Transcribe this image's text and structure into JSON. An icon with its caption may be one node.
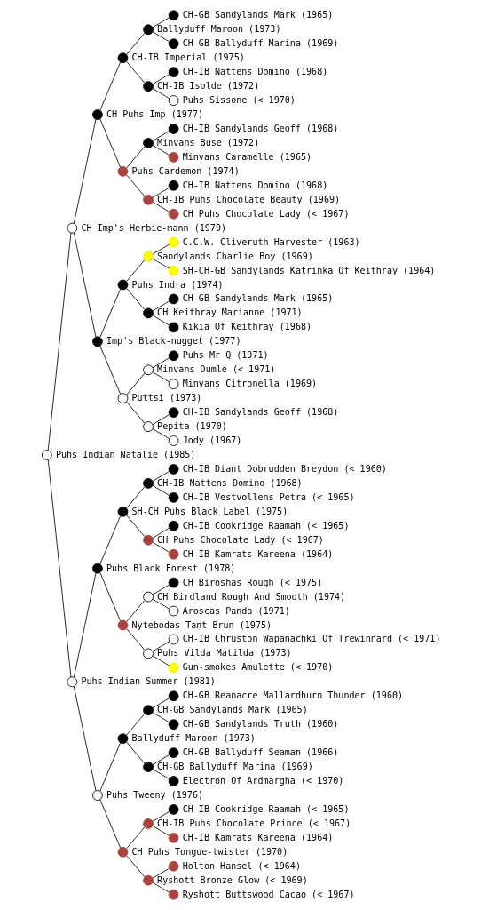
{
  "diagram": {
    "nodes": [
      {
        "text": [],
        "shape": "circle",
        "beside": [
          "CH-GB Sandylands Mark (1965)"
        ]
      },
      {
        "text": [],
        "shape": "circle",
        "beside": [
          "Ballyduff Maroon (1973)"
        ]
      },
      {
        "text": [],
        "shape": "circle",
        "beside": [
          "CH-GB Ballyduff Marina (1969)"
        ]
      },
      {
        "text": [],
        "shape": "circle",
        "beside": [
          "CH-IB Imperial (1975)"
        ]
      },
      {
        "text": [],
        "shape": "circle",
        "beside": [
          "CH-IB Nattens Domino (1968)"
        ]
      },
      {
        "text": [],
        "shape": "circle",
        "beside": [
          "CH-IB Isolde (1972)"
        ]
      },
      {
        "text": [],
        "shape": "circle",
        "beside": [
          "Puhs Sissone (< 1970)"
        ]
      },
      {
        "text": [],
        "shape": "circle",
        "beside": [
          "CH Puhs Imp (1977)"
        ]
      },
      {
        "text": [],
        "shape": "circle",
        "beside": [
          "CH-IB Sandylands Geoff (1968)"
        ]
      },
      {
        "text": [],
        "shape": "circle",
        "beside": [
          "Minvans Buse (1972)"
        ]
      },
      {
        "text": [],
        "shape": "circle",
        "beside": [
          "Minvans Caramelle (1965)"
        ]
      },
      {
        "text": [],
        "shape": "circle",
        "beside": [
          "Puhs Cardemon (1974)"
        ]
      },
      {
        "text": [],
        "shape": "circle",
        "beside": [
          "CH-IB Nattens Domino (1968)"
        ]
      },
      {
        "text": [],
        "shape": "circle",
        "beside": [
          "CH-IB Puhs Chocolate Beauty (1969)"
        ]
      },
      {
        "text": [],
        "shape": "circle",
        "beside": [
          "CH Puhs Chocolate Lady (< 1967)"
        ]
      },
      {
        "text": [],
        "shape": "circle",
        "beside": [
          "CH Imp's Herbie-mann (1979)"
        ]
      },
      {
        "text": [],
        "shape": "circle",
        "beside": [
          "C.C.W. Cliveruth Harvester (1963)"
        ]
      },
      {
        "text": [],
        "shape": "circle",
        "beside": [
          "Sandylands Charlie Boy (1969)"
        ]
      },
      {
        "text": [],
        "shape": "circle",
        "beside": [
          "SH-CH-GB Sandylands Katrinka Of Keithray (1964)"
        ]
      },
      {
        "text": [],
        "shape": "circle",
        "beside": [
          "Puhs Indra (1974)"
        ]
      },
      {
        "text": [],
        "shape": "circle",
        "beside": [
          "CH-GB Sandylands Mark (1965)"
        ]
      },
      {
        "text": [],
        "shape": "circle",
        "beside": [
          "CH Keithray Marianne (1971)"
        ]
      },
      {
        "text": [],
        "shape": "circle",
        "beside": [
          "Kikia Of Keithray (1968)"
        ]
      },
      {
        "text": [],
        "shape": "circle",
        "beside": [
          "Imp's Black-nugget (1977)"
        ]
      },
      {
        "text": [],
        "shape": "circle",
        "beside": [
          "Puhs Mr Q (1971)"
        ]
      },
      {
        "text": [],
        "shape": "circle",
        "beside": [
          "Minvans Dumle (< 1971)"
        ]
      },
      {
        "text": [],
        "shape": "circle",
        "beside": [
          "Minvans Citronella (1969)"
        ]
      },
      {
        "text": [],
        "shape": "circle",
        "beside": [
          "Puttsi (1973)"
        ]
      },
      {
        "text": [],
        "shape": "circle",
        "beside": [
          "CH-IB Sandylands Geoff (1968)"
        ]
      },
      {
        "text": [],
        "shape": "circle",
        "beside": [
          "Pepita (1970)"
        ]
      },
      {
        "text": [],
        "shape": "circle",
        "beside": [
          "Jody (1967)"
        ]
      },
      {
        "text": [],
        "shape": "circle",
        "beside": [
          "Puhs Indian Natalie (1985)"
        ]
      },
      {
        "text": [],
        "shape": "circle",
        "beside": [
          "CH-IB Diant Dobrudden Breydon (< 1960)"
        ]
      },
      {
        "text": [],
        "shape": "circle",
        "beside": [
          "CH-IB Nattens Domino (1968)"
        ]
      },
      {
        "text": [],
        "shape": "circle",
        "beside": [
          "CH-IB Vestvollens Petra (< 1965)"
        ]
      },
      {
        "text": [],
        "shape": "circle",
        "beside": [
          "SH-CH Puhs Black Label (1975)"
        ]
      },
      {
        "text": [],
        "shape": "circle",
        "beside": [
          "CH-IB Cookridge Raamah (< 1965)"
        ]
      },
      {
        "text": [],
        "shape": "circle",
        "beside": [
          "CH Puhs Chocolate Lady (< 1967)"
        ]
      },
      {
        "text": [],
        "shape": "circle",
        "beside": [
          "CH-IB Kamrats Kareena (1964)"
        ]
      },
      {
        "text": [],
        "shape": "circle",
        "beside": [
          "Puhs Black Forest (1978)"
        ]
      },
      {
        "text": [],
        "shape": "circle",
        "beside": [
          "CH Biroshas Rough (< 1975)"
        ]
      },
      {
        "text": [],
        "shape": "circle",
        "beside": [
          "CH Birdland Rough And Smooth (1974)"
        ]
      },
      {
        "text": [],
        "shape": "circle",
        "beside": [
          "Aroscas Panda (1971)"
        ]
      },
      {
        "text": [],
        "shape": "circle",
        "beside": [
          "Nytebodas Tant Brun (1975)"
        ]
      },
      {
        "text": [],
        "shape": "circle",
        "beside": [
          "CH-IB Chruston Wapanachki Of Trewinnard (< 1971)"
        ]
      },
      {
        "text": [],
        "shape": "circle",
        "beside": [
          "Puhs Vilda Matilda (1973)"
        ]
      },
      {
        "text": [],
        "shape": "circle",
        "beside": [
          "Gun-smokes Amulette (< 1970)"
        ]
      },
      {
        "text": [],
        "shape": "circle",
        "beside": [
          "Puhs Indian Summer (1981)"
        ]
      },
      {
        "text": [],
        "shape": "circle",
        "beside": [
          "CH-GB Reanacre Mallardhurn Thunder (1960)"
        ]
      },
      {
        "text": [],
        "shape": "circle",
        "beside": [
          "CH-GB Sandylands Mark (1965)"
        ]
      },
      {
        "text": [],
        "shape": "circle",
        "beside": [
          "CH-GB Sandylands Truth (1960)"
        ]
      },
      {
        "text": [],
        "shape": "circle",
        "beside": [
          "Ballyduff Maroon (1973)"
        ]
      },
      {
        "text": [],
        "shape": "circle",
        "beside": [
          "CH-GB Ballyduff Seaman (1966)"
        ]
      },
      {
        "text": [],
        "shape": "circle",
        "beside": [
          "CH-GB Ballyduff Marina (1969)"
        ]
      },
      {
        "text": [],
        "shape": "circle",
        "beside": [
          "Electron Of Ardmargha (< 1970)"
        ]
      },
      {
        "text": [],
        "shape": "circle",
        "beside": [
          "Puhs Tweeny (1976)"
        ]
      },
      {
        "text": [],
        "shape": "circle",
        "beside": [
          "CH-IB Cookridge Raamah (< 1965)"
        ]
      },
      {
        "text": [],
        "shape": "circle",
        "beside": [
          "CH-IB Puhs Chocolate Prince (< 1967)"
        ]
      },
      {
        "text": [],
        "shape": "circle",
        "beside": [
          "CH-IB Kamrats Kareena (1964)"
        ]
      },
      {
        "text": [],
        "shape": "circle",
        "beside": [
          "CH Puhs Tongue-twister (1970)"
        ]
      },
      {
        "text": [],
        "shape": "circle",
        "beside": [
          "Holton Hansel (< 1964)"
        ]
      },
      {
        "text": [],
        "shape": "circle",
        "beside": [
          "Ryshott Bronze Glow (< 1969)"
        ]
      },
      {
        "text": [],
        "shape": "circle",
        "beside": [
          "Ryshott Buttswood Cacao (< 1967)"
        ]
      }
    ],
    "edges": [
      {
        "from": 1,
        "to": 0,
        "arrow": "none"
      },
      {
        "from": 1,
        "to": 2,
        "arrow": "none"
      },
      {
        "from": 3,
        "to": 1,
        "arrow": "none"
      },
      {
        "from": 3,
        "to": 5,
        "arrow": "none"
      },
      {
        "from": 5,
        "to": 4,
        "arrow": "none"
      },
      {
        "from": 5,
        "to": 6,
        "arrow": "none"
      },
      {
        "from": 7,
        "to": 3,
        "arrow": "none"
      },
      {
        "from": 7,
        "to": 11,
        "arrow": "none"
      },
      {
        "from": 9,
        "to": 8,
        "arrow": "none"
      },
      {
        "from": 9,
        "to": 10,
        "arrow": "none"
      },
      {
        "from": 11,
        "to": 9,
        "arrow": "none"
      },
      {
        "from": 11,
        "to": 13,
        "arrow": "none"
      },
      {
        "from": 13,
        "to": 12,
        "arrow": "none"
      },
      {
        "from": 13,
        "to": 14,
        "arrow": "none"
      },
      {
        "from": 15,
        "to": 7,
        "arrow": "none"
      },
      {
        "from": 15,
        "to": 23,
        "arrow": "none"
      },
      {
        "from": 17,
        "to": 16,
        "arrow": "none"
      },
      {
        "from": 17,
        "to": 18,
        "arrow": "none"
      },
      {
        "from": 19,
        "to": 17,
        "arrow": "none"
      },
      {
        "from": 19,
        "to": 21,
        "arrow": "none"
      },
      {
        "from": 21,
        "to": 20,
        "arrow": "none"
      },
      {
        "from": 21,
        "to": 22,
        "arrow": "none"
      },
      {
        "from": 23,
        "to": 19,
        "arrow": "none"
      },
      {
        "from": 23,
        "to": 27,
        "arrow": "none"
      },
      {
        "from": 25,
        "to": 24,
        "arrow": "none"
      },
      {
        "from": 25,
        "to": 26,
        "arrow": "none"
      },
      {
        "from": 27,
        "to": 25,
        "arrow": "none"
      },
      {
        "from": 27,
        "to": 29,
        "arrow": "none"
      },
      {
        "from": 29,
        "to": 28,
        "arrow": "none"
      },
      {
        "from": 29,
        "to": 30,
        "arrow": "none"
      },
      {
        "from": 31,
        "to": 15,
        "arrow": "none"
      },
      {
        "from": 31,
        "to": 47,
        "arrow": "none"
      },
      {
        "from": 33,
        "to": 32,
        "arrow": "none"
      },
      {
        "from": 33,
        "to": 34,
        "arrow": "none"
      },
      {
        "from": 35,
        "to": 33,
        "arrow": "none"
      },
      {
        "from": 35,
        "to": 37,
        "arrow": "none"
      },
      {
        "from": 37,
        "to": 36,
        "arrow": "none"
      },
      {
        "from": 37,
        "to": 38,
        "arrow": "none"
      },
      {
        "from": 39,
        "to": 35,
        "arrow": "none"
      },
      {
        "from": 39,
        "to": 43,
        "arrow": "none"
      },
      {
        "from": 41,
        "to": 40,
        "arrow": "none"
      },
      {
        "from": 41,
        "to": 42,
        "arrow": "none"
      },
      {
        "from": 43,
        "to": 41,
        "arrow": "none"
      },
      {
        "from": 43,
        "to": 45,
        "arrow": "none"
      },
      {
        "from": 45,
        "to": 44,
        "arrow": "none"
      },
      {
        "from": 45,
        "to": 46,
        "arrow": "none"
      },
      {
        "from": 47,
        "to": 39,
        "arrow": "none"
      },
      {
        "from": 47,
        "to": 55,
        "arrow": "none"
      },
      {
        "from": 49,
        "to": 48,
        "arrow": "none"
      },
      {
        "from": 49,
        "to": 50,
        "arrow": "none"
      },
      {
        "from": 51,
        "to": 49,
        "arrow": "none"
      },
      {
        "from": 51,
        "to": 53,
        "arrow": "none"
      },
      {
        "from": 53,
        "to": 52,
        "arrow": "none"
      },
      {
        "from": 53,
        "to": 54,
        "arrow": "none"
      },
      {
        "from": 55,
        "to": 51,
        "arrow": "none"
      },
      {
        "from": 55,
        "to": 59,
        "arrow": "none"
      },
      {
        "from": 57,
        "to": 56,
        "arrow": "none"
      },
      {
        "from": 57,
        "to": 58,
        "arrow": "none"
      },
      {
        "from": 59,
        "to": 57,
        "arrow": "none"
      },
      {
        "from": 59,
        "to": 61,
        "arrow": "none"
      },
      {
        "from": 61,
        "to": 60,
        "arrow": "none"
      },
      {
        "from": 61,
        "to": 62,
        "arrow": "none"
      }
    ]
  }
}
